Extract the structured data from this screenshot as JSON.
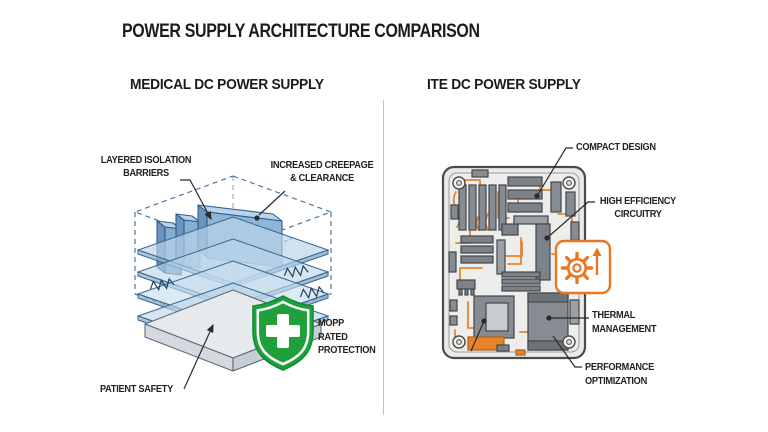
{
  "title": "POWER SUPPLY ARCHITECTURE COMPARISON",
  "left": {
    "heading": "MEDICAL DC POWER SUPPLY",
    "callouts": {
      "isolation": {
        "l1": "LAYERED ISOLATION",
        "l2": "BARRIERS"
      },
      "creepage": {
        "l1": "INCREASED CREEPAGE",
        "l2": "& CLEARANCE"
      },
      "mopp": {
        "l1": "MOPP",
        "l2": "RATED",
        "l3": "PROTECTION"
      },
      "patient": {
        "l1": "PATIENT SAFETY"
      }
    },
    "icons": {
      "shield": "shield-cross-icon"
    }
  },
  "right": {
    "heading": "ITE DC POWER SUPPLY",
    "callouts": {
      "compact": {
        "l1": "COMPACT DESIGN"
      },
      "efficiency": {
        "l1": "HIGH EFFICIENCY",
        "l2": "CIRCUITRY"
      },
      "thermal": {
        "l1": "THERMAL",
        "l2": "MANAGEMENT"
      },
      "performance": {
        "l1": "PERFORMANCE",
        "l2": "OPTIMIZATION"
      }
    },
    "icons": {
      "gear": "gear-up-arrow-icon"
    }
  },
  "colors": {
    "shield_green": "#1EA13B",
    "accent_orange": "#E87722",
    "trace_orange": "#E8832C",
    "diagram_blue": "#8FB6D6",
    "text_dark": "#1f1f1f"
  }
}
